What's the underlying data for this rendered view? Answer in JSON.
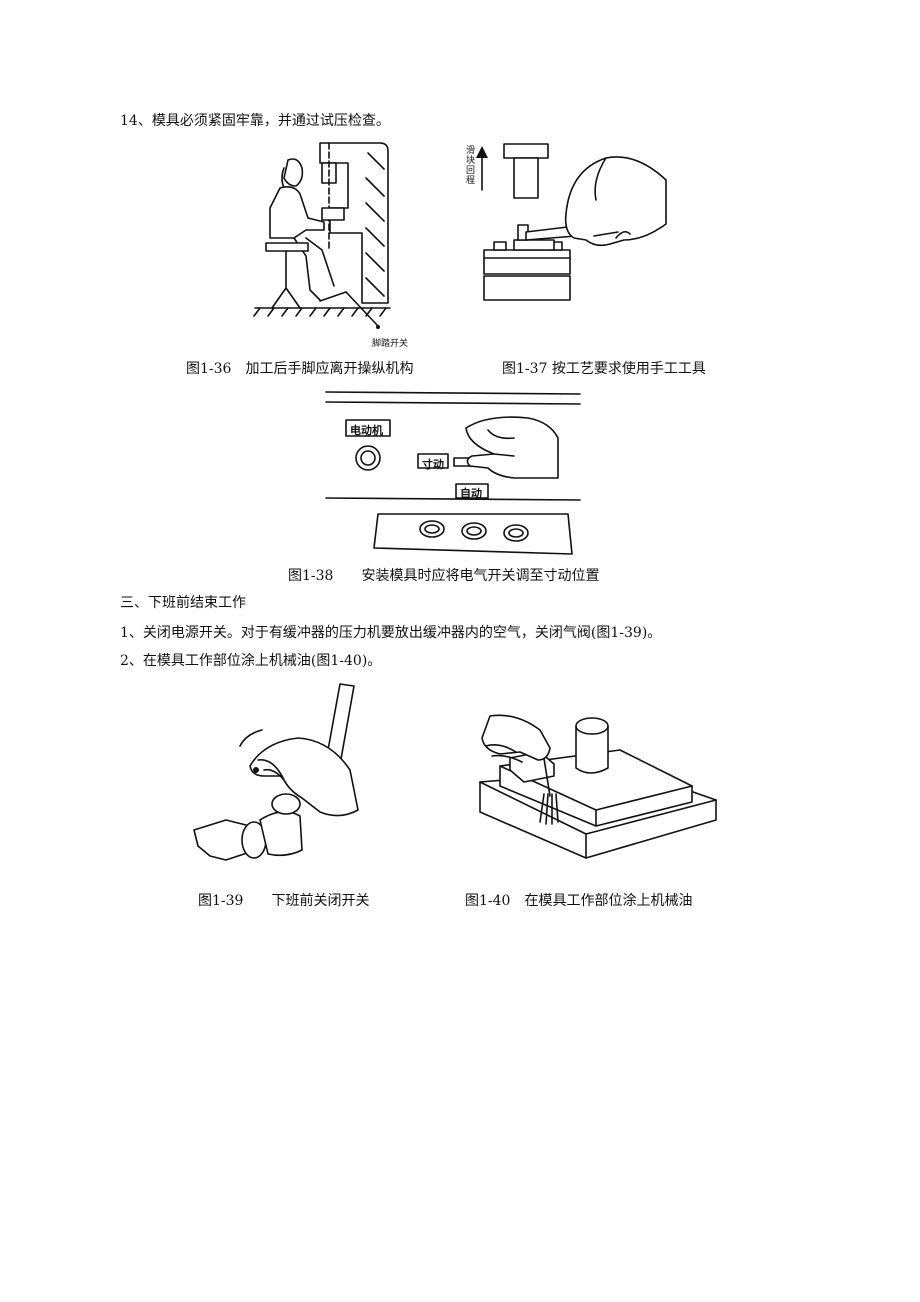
{
  "doc": {
    "item14": "14、模具必须紧固牢靠，并通过试压检查。",
    "fig36": {
      "caption": "图1-36　加工后手脚应离开操纵机构",
      "label_pedal": "脚踏开关"
    },
    "fig37": {
      "caption": "图1-37 按工艺要求使用手工工具",
      "label_slide": "滑块回程"
    },
    "fig38": {
      "caption": "图1-38　　安装模具时应将电气开关调至寸动位置",
      "label_motor": "电动机",
      "label_inch": "寸动",
      "label_auto": "自动"
    },
    "section3": "三、下班前结束工作",
    "item1": "1、关闭电源开关。对于有缓冲器的压力机要放出缓冲器内的空气，关闭气阀(图1-39)。",
    "item2": "2、在模具工作部位涂上机械油(图1-40)。",
    "fig39": {
      "caption": "图1-39　　下班前关闭开关"
    },
    "fig40": {
      "caption": "图1-40　在模具工作部位涂上机械油"
    }
  }
}
